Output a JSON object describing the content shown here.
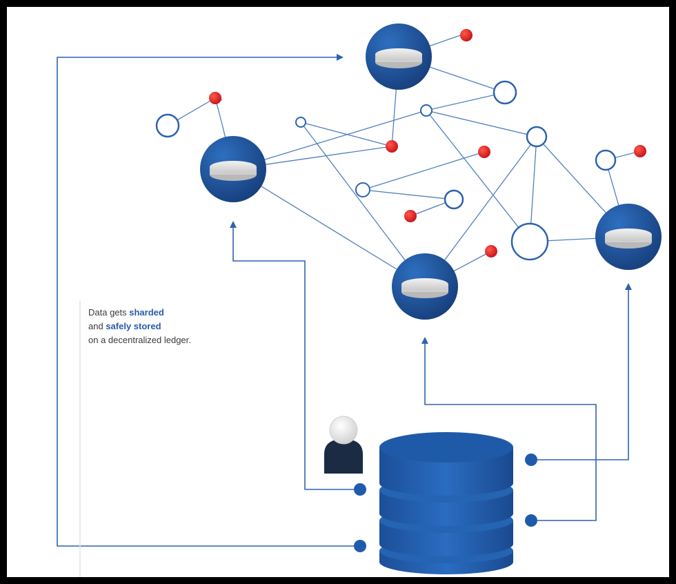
{
  "caption": {
    "line1_prefix": "Data gets ",
    "line1_highlight": "sharded",
    "line2_prefix": "and ",
    "line2_highlight": "safely stored",
    "line3": "on a decentralized ledger."
  },
  "colors": {
    "node_blue": "#1f5bab",
    "node_blue_dark": "#153f7e",
    "line_blue": "#2f62ad",
    "ring_blue": "#2d62ae",
    "red_dot": "#e21b22",
    "disk_grey": "#d9d9d9",
    "person_dark": "#1b2b44",
    "frame": "#000000"
  },
  "icons": {
    "storage_node": "storage-node-icon",
    "database": "database-icon",
    "user": "user-icon",
    "peer": "peer-ring-icon",
    "shard": "shard-dot-icon"
  }
}
